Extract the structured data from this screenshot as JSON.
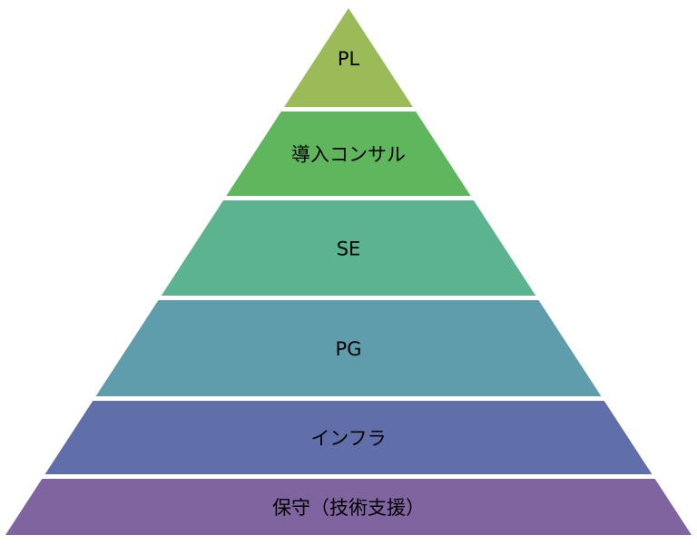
{
  "diagram": {
    "type": "pyramid",
    "levels": [
      {
        "label": "PL",
        "color": "#9BBB59"
      },
      {
        "label": "導入コンサル",
        "color": "#5FB65C"
      },
      {
        "label": "SE",
        "color": "#5BB38F"
      },
      {
        "label": "PG",
        "color": "#5F9DAC"
      },
      {
        "label": "インフラ",
        "color": "#606FA9"
      },
      {
        "label": "保守（技術支援）",
        "color": "#7F64A0"
      }
    ]
  }
}
